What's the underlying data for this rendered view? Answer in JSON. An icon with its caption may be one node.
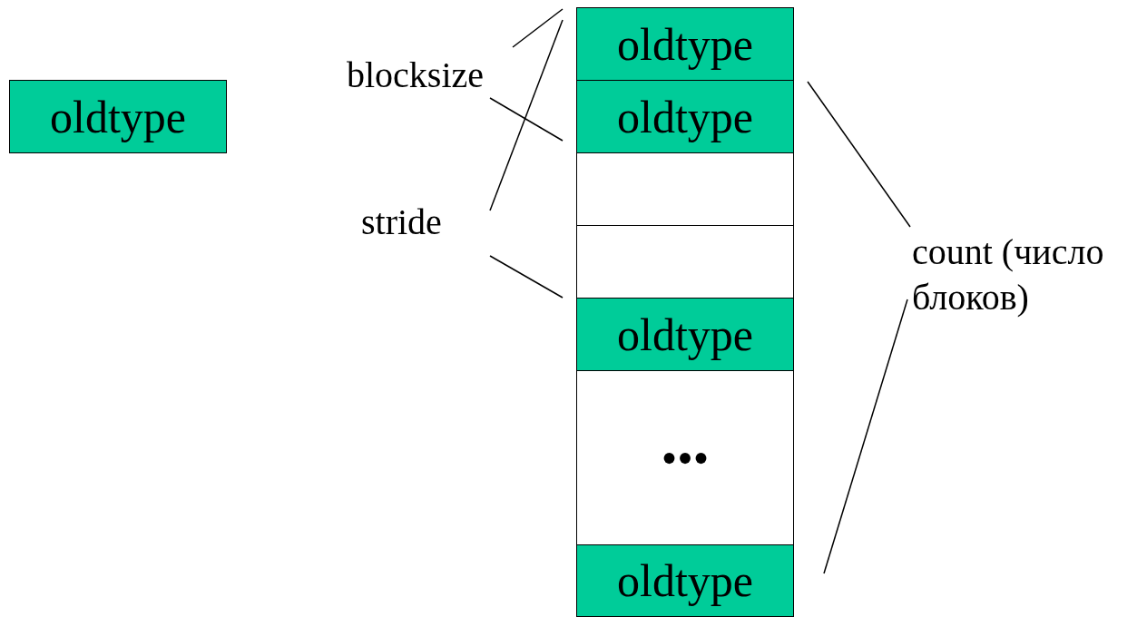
{
  "diagram": {
    "nodes": [
      {
        "text": [
          "oldtype"
        ]
      },
      {
        "text": [
          "oldtype"
        ]
      },
      {
        "text": [
          "oldtype"
        ]
      },
      {
        "text": [],
        "shape": "box"
      },
      {
        "text": [],
        "shape": "box"
      },
      {
        "text": [
          "oldtype"
        ]
      },
      {
        "text": [
          "•••"
        ]
      },
      {
        "text": [
          "oldtype"
        ]
      }
    ],
    "labels": [
      "blocksize",
      "stride",
      "count (число блоков)"
    ]
  }
}
